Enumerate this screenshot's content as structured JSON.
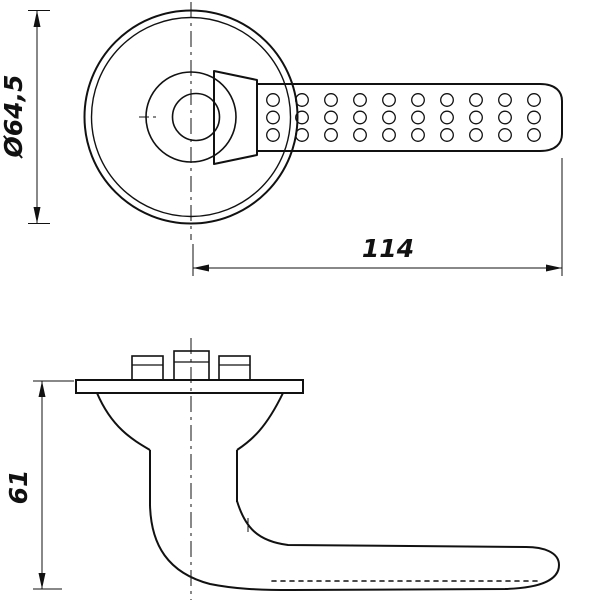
{
  "colors": {
    "background": "#ffffff",
    "line": "#111111"
  },
  "dimensions": {
    "diameter": {
      "label": "Ø64,5"
    },
    "length": {
      "label": "114"
    },
    "height": {
      "label": "61"
    }
  }
}
